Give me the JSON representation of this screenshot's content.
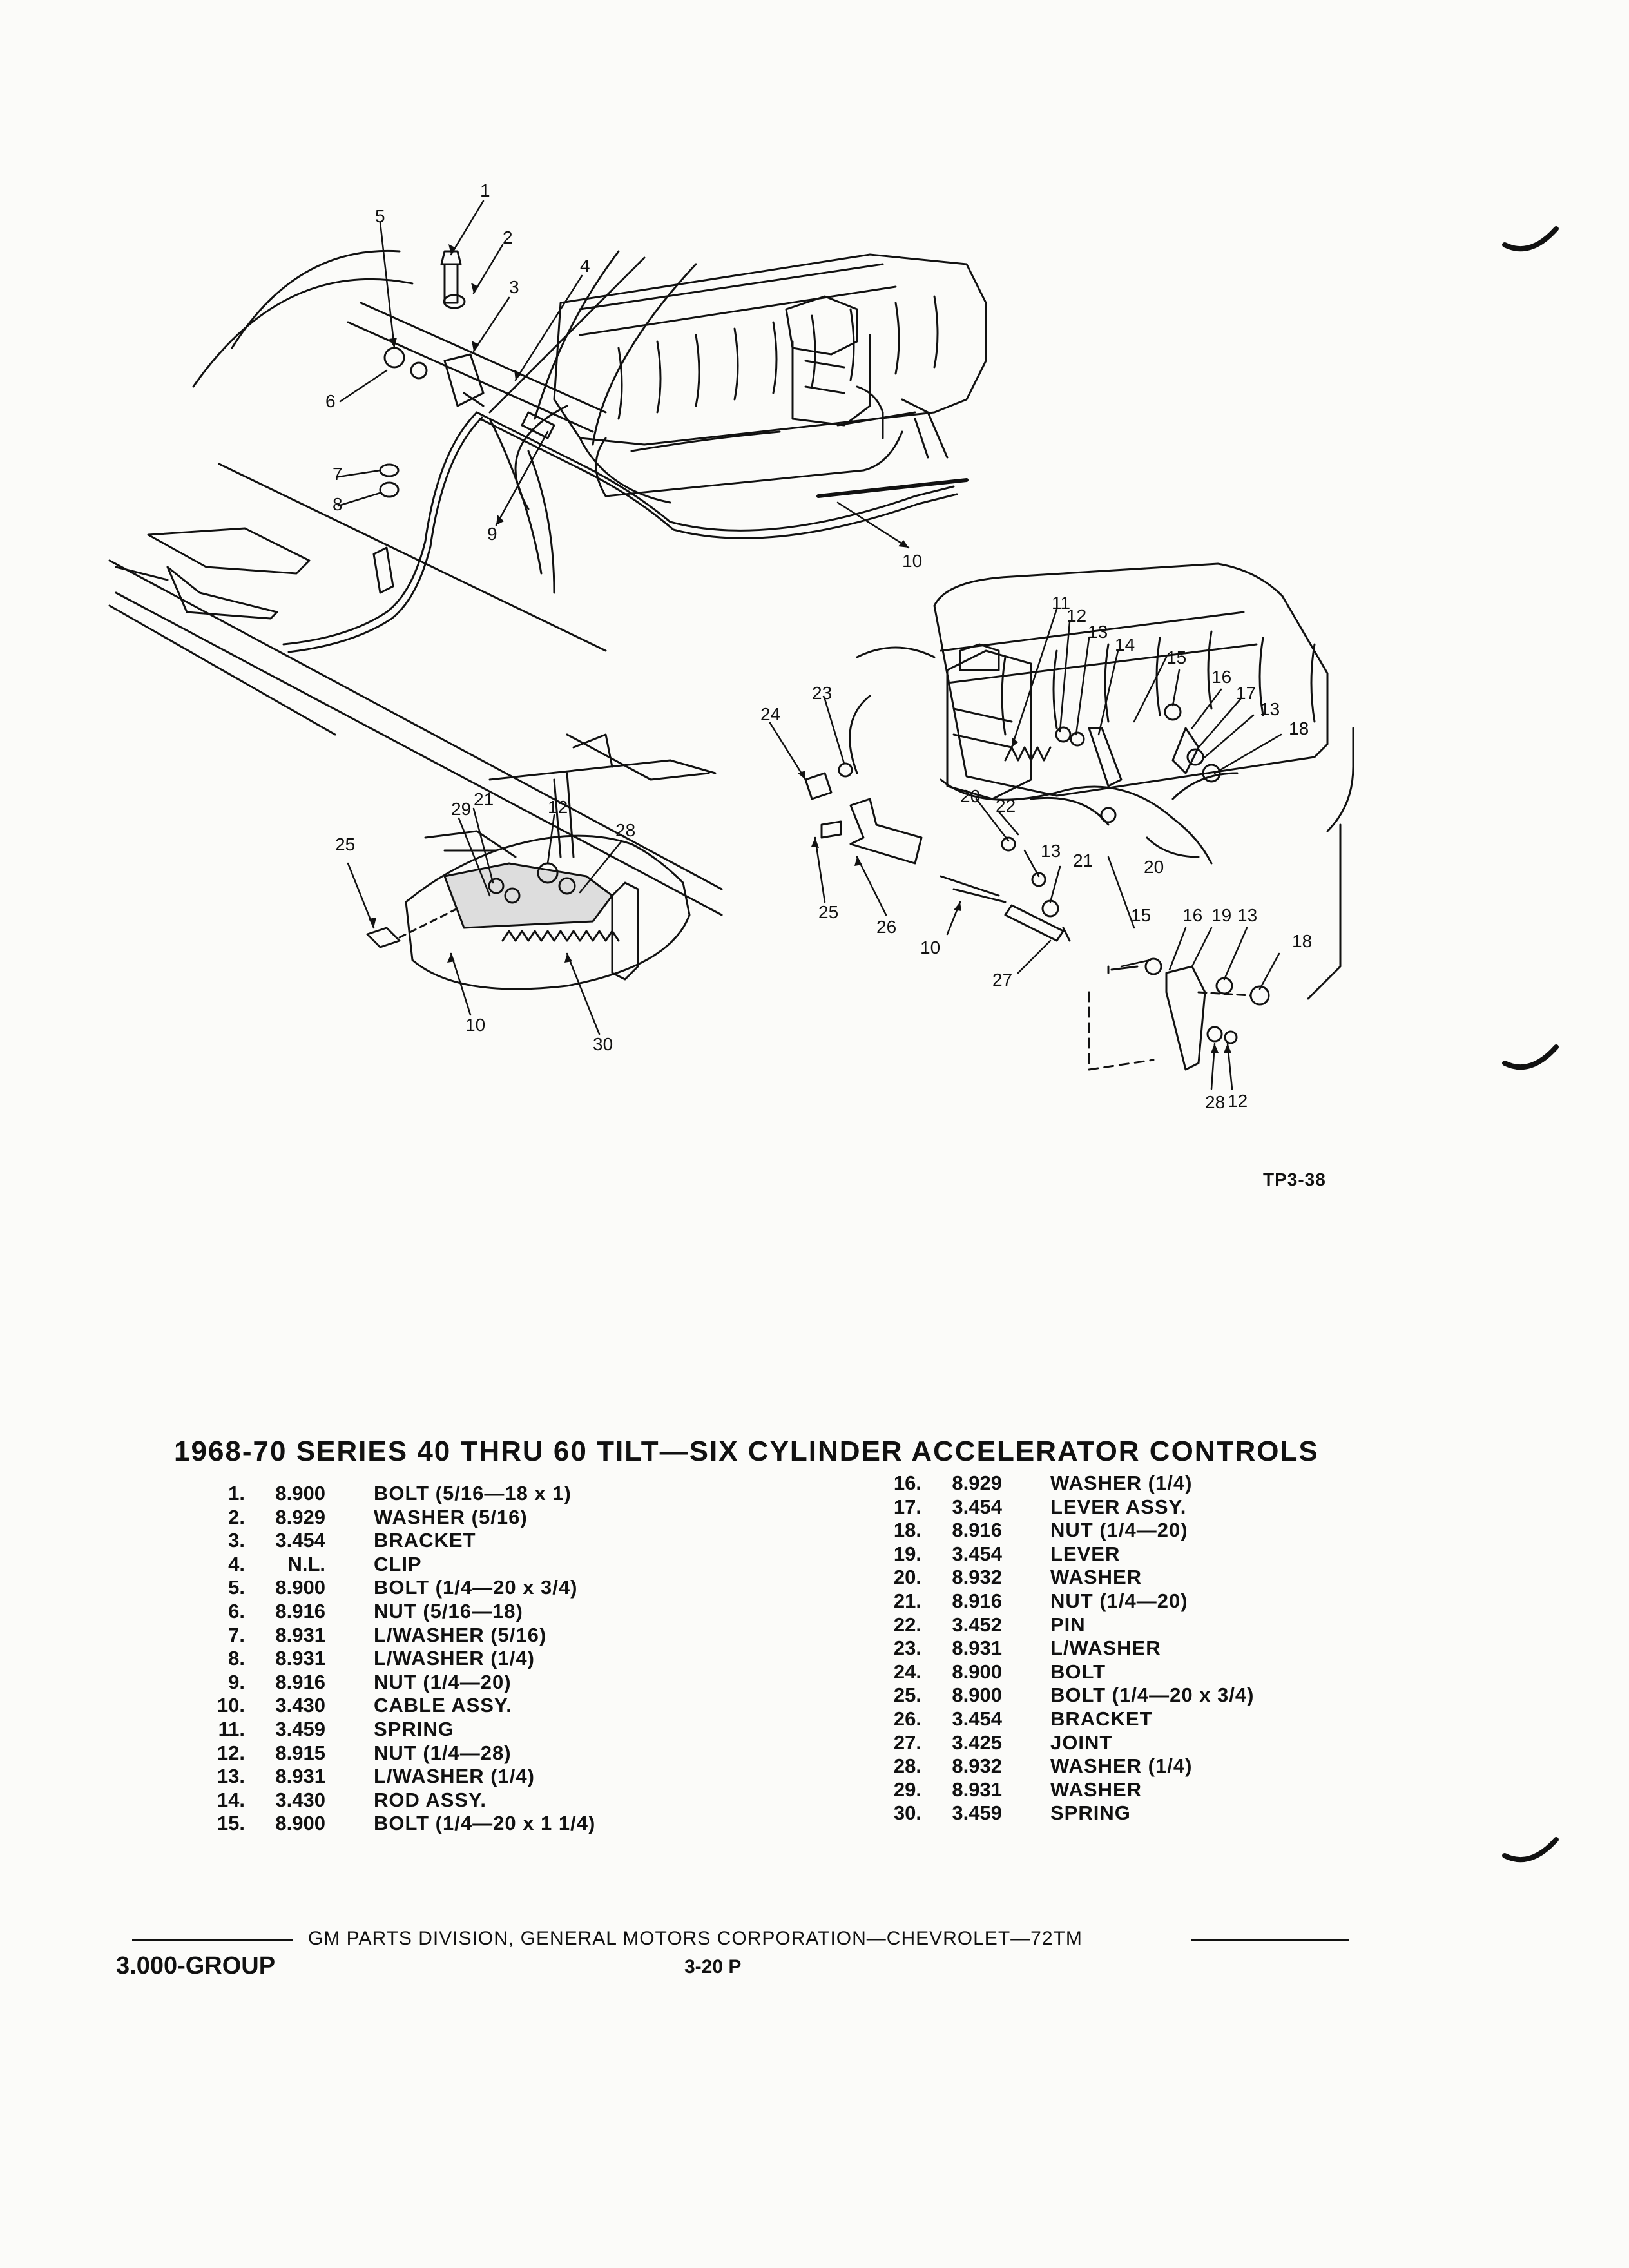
{
  "figure": {
    "code": "TP3-38",
    "callouts": {
      "upper": [
        "1",
        "2",
        "3",
        "4",
        "5",
        "6",
        "7",
        "8",
        "9",
        "10"
      ],
      "engine": [
        "11",
        "12",
        "13",
        "14",
        "15",
        "16",
        "17",
        "13",
        "18",
        "24",
        "23",
        "20",
        "22",
        "20",
        "13",
        "21",
        "25",
        "26",
        "10",
        "27",
        "15",
        "16",
        "19",
        "13",
        "18",
        "28",
        "12"
      ],
      "pedal": [
        "21",
        "29",
        "12",
        "28",
        "25",
        "10",
        "30"
      ]
    }
  },
  "parts_list": {
    "title": "1968-70 SERIES 40 THRU 60 TILT—SIX CYLINDER ACCELERATOR CONTROLS",
    "left": [
      {
        "no": "1.",
        "code": "8.900",
        "desc": "BOLT (5/16—18 x 1)"
      },
      {
        "no": "2.",
        "code": "8.929",
        "desc": "WASHER (5/16)"
      },
      {
        "no": "3.",
        "code": "3.454",
        "desc": "BRACKET"
      },
      {
        "no": "4.",
        "code": "N.L.",
        "desc": "CLIP"
      },
      {
        "no": "5.",
        "code": "8.900",
        "desc": "BOLT (1/4—20 x 3/4)"
      },
      {
        "no": "6.",
        "code": "8.916",
        "desc": "NUT (5/16—18)"
      },
      {
        "no": "7.",
        "code": "8.931",
        "desc": "L/WASHER (5/16)"
      },
      {
        "no": "8.",
        "code": "8.931",
        "desc": "L/WASHER (1/4)"
      },
      {
        "no": "9.",
        "code": "8.916",
        "desc": "NUT (1/4—20)"
      },
      {
        "no": "10.",
        "code": "3.430",
        "desc": "CABLE ASSY."
      },
      {
        "no": "11.",
        "code": "3.459",
        "desc": "SPRING"
      },
      {
        "no": "12.",
        "code": "8.915",
        "desc": "NUT (1/4—28)"
      },
      {
        "no": "13.",
        "code": "8.931",
        "desc": "L/WASHER (1/4)"
      },
      {
        "no": "14.",
        "code": "3.430",
        "desc": "ROD ASSY."
      },
      {
        "no": "15.",
        "code": "8.900",
        "desc": "BOLT (1/4—20 x 1 1/4)"
      }
    ],
    "right": [
      {
        "no": "16.",
        "code": "8.929",
        "desc": "WASHER (1/4)"
      },
      {
        "no": "17.",
        "code": "3.454",
        "desc": "LEVER ASSY."
      },
      {
        "no": "18.",
        "code": "8.916",
        "desc": "NUT (1/4—20)"
      },
      {
        "no": "19.",
        "code": "3.454",
        "desc": "LEVER"
      },
      {
        "no": "20.",
        "code": "8.932",
        "desc": "WASHER"
      },
      {
        "no": "21.",
        "code": "8.916",
        "desc": "NUT (1/4—20)"
      },
      {
        "no": "22.",
        "code": "3.452",
        "desc": "PIN"
      },
      {
        "no": "23.",
        "code": "8.931",
        "desc": "L/WASHER"
      },
      {
        "no": "24.",
        "code": "8.900",
        "desc": "BOLT"
      },
      {
        "no": "25.",
        "code": "8.900",
        "desc": "BOLT (1/4—20 x 3/4)"
      },
      {
        "no": "26.",
        "code": "3.454",
        "desc": "BRACKET"
      },
      {
        "no": "27.",
        "code": "3.425",
        "desc": "JOINT"
      },
      {
        "no": "28.",
        "code": "8.932",
        "desc": "WASHER (1/4)"
      },
      {
        "no": "29.",
        "code": "8.931",
        "desc": "WASHER"
      },
      {
        "no": "30.",
        "code": "3.459",
        "desc": "SPRING"
      }
    ]
  },
  "footer": {
    "publisher": "GM PARTS DIVISION, GENERAL MOTORS CORPORATION—CHEVROLET—72TM",
    "group": "3.000-GROUP",
    "page": "3-20 P"
  }
}
